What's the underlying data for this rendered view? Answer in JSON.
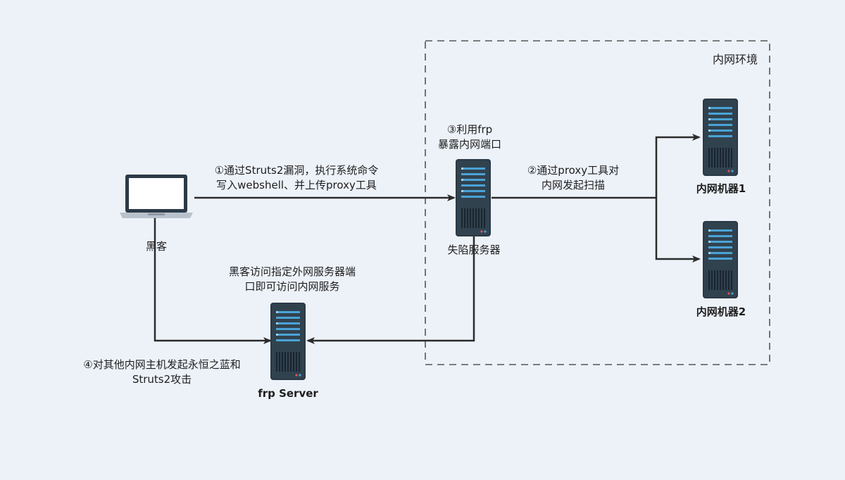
{
  "region": {
    "label": "内网环境"
  },
  "nodes": {
    "hacker": "黑客",
    "compromised": "失陷服务器",
    "internal1": "内网机器1",
    "internal2": "内网机器2",
    "frp_server": "frp Server"
  },
  "steps": {
    "step1_line1": "①通过Struts2漏洞，执行系统命令",
    "step1_line2": "写入webshell、并上传proxy工具",
    "step2_line1": "②通过proxy工具对",
    "step2_line2": "内网发起扫描",
    "step3_line1": "③利用frp",
    "step3_line2": "暴露内网端口",
    "access_line1": "黑客访问指定外网服务器端",
    "access_line2": "口即可访问内网服务",
    "step4_line1": "④对其他内网主机发起永恒之蓝和",
    "step4_line2": "Struts2攻击"
  },
  "colors": {
    "background": "#edf2f9",
    "server_body": "#2a3947",
    "server_accent": "#4aa3d6",
    "arrow": "#2b2b2b",
    "dashed_border": "#555555"
  },
  "icons": {
    "laptop": "laptop-icon",
    "server": "server-icon"
  }
}
